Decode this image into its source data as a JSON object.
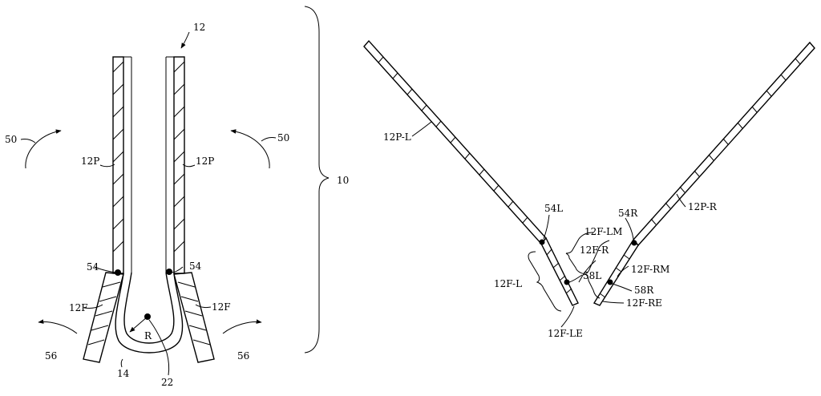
{
  "labels": {
    "assembly": "12",
    "device": "10",
    "arrow_rotate_left": "50",
    "arrow_rotate_right": "50",
    "panel_left": "12P",
    "panel_right": "12P",
    "pivot_left": "54",
    "pivot_right": "54",
    "flap_left": "12F",
    "flap_right": "12F",
    "radius": "R",
    "arrow_out_left": "56",
    "arrow_out_right": "56",
    "fold": "14",
    "center": "22",
    "panel_l": "12P-L",
    "panel_r": "12P-R",
    "pivot_l": "54L",
    "pivot_r": "54R",
    "flap_lm": "12F-LM",
    "flap_r": "12F-R",
    "flap_rm": "12F-RM",
    "flap_l": "12F-L",
    "point_58l": "58L",
    "point_58r": "58R",
    "flap_re": "12F-RE",
    "flap_le": "12F-LE"
  }
}
